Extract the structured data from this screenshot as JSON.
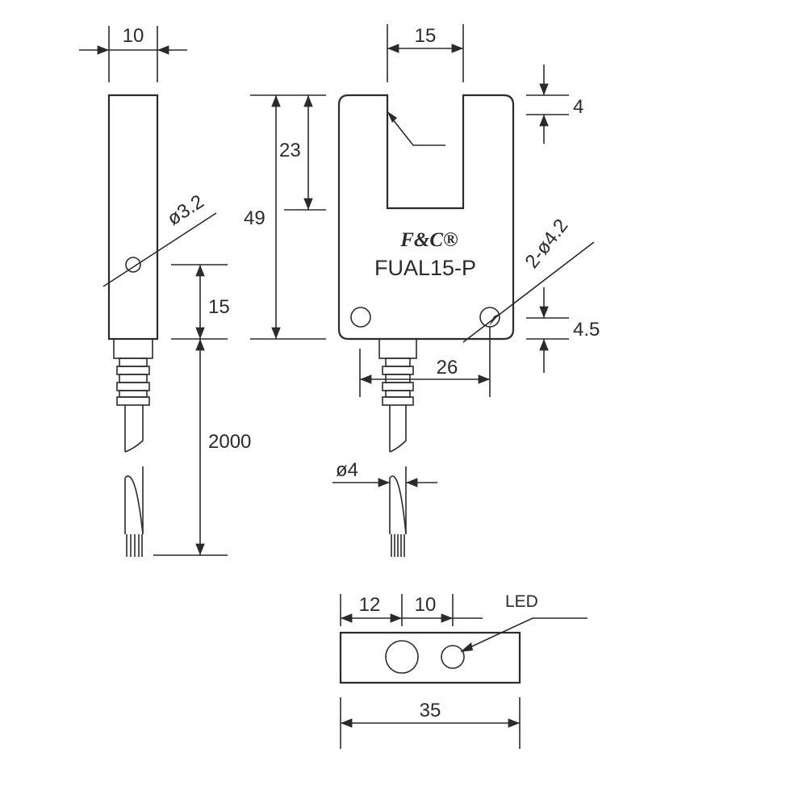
{
  "product": {
    "brand": "F&C®",
    "model": "FUAL15-P"
  },
  "dimensions": {
    "side_width": "10",
    "slot_width": "15",
    "hole_diameter_side": "ø3.2",
    "height_total": "49",
    "slot_depth": "23",
    "top_offset": "4",
    "hole_spacing_side": "15",
    "mount_holes": "2-ø4.2",
    "hole_offset_bottom": "4.5",
    "hole_pitch": "26",
    "cable_length": "2000",
    "cable_diameter": "ø4",
    "led_offset_1": "12",
    "led_offset_2": "10",
    "total_width": "35",
    "led_label": "LED"
  }
}
